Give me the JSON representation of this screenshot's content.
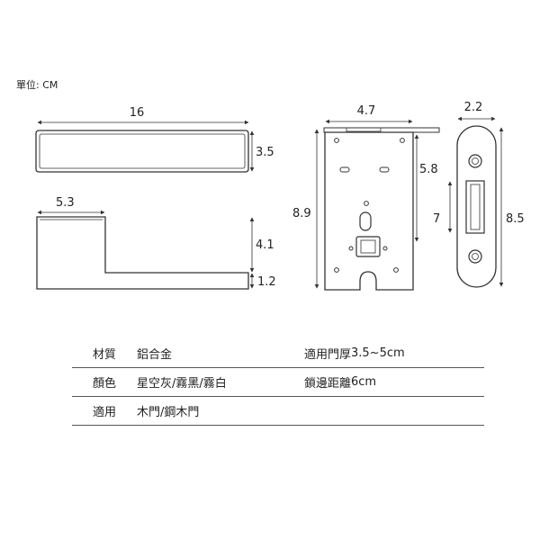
{
  "unit_label": "單位: CM",
  "handle_top": {
    "length": "16",
    "height": "3.5"
  },
  "handle_side": {
    "rose_width": "5.3",
    "neck_height": "4.1",
    "lever_thickness": "1.2"
  },
  "backplate": {
    "width": "4.7",
    "height": "8.9",
    "hole_spacing": "5.8"
  },
  "rose_plate": {
    "width": "2.2",
    "height": "8.5",
    "latch_slot": "7"
  },
  "specs": [
    {
      "label": "材質",
      "value": "鋁合金",
      "label2": "適用門厚",
      "value2": "3.5~5cm"
    },
    {
      "label": "顏色",
      "value": "星空灰/霧黑/霧白",
      "label2": "鎖邊距離",
      "value2": "6cm"
    },
    {
      "label": "適用",
      "value": "木門/鋼木門",
      "label2": "",
      "value2": ""
    }
  ],
  "colors": {
    "line": "#333333",
    "text": "#222222",
    "table_rule": "#555555"
  }
}
